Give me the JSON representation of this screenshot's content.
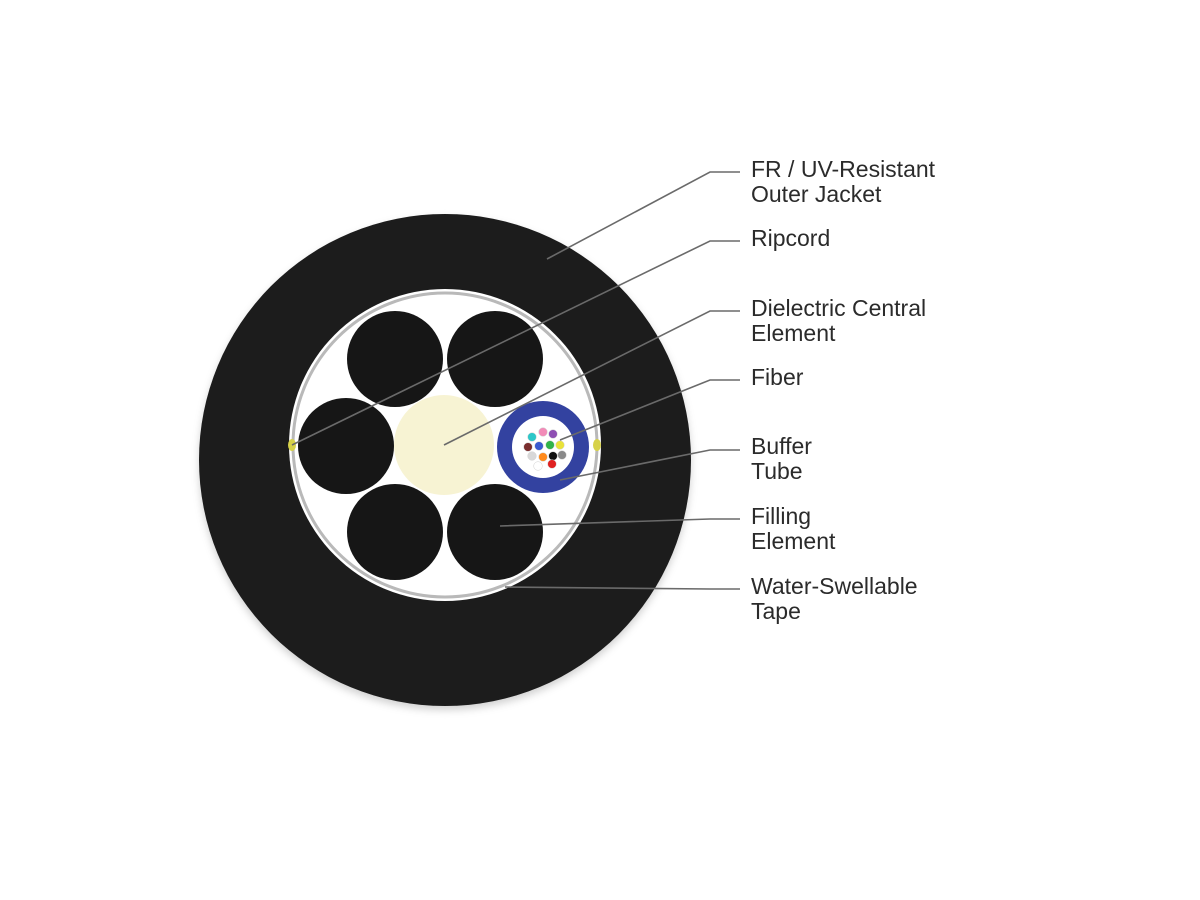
{
  "diagram": {
    "colors": {
      "jacket": "#1b1b1b",
      "core_background": "#ffffff",
      "tape": "#b9b9b9",
      "filling_element": "#161616",
      "central_element": "#f7f3d3",
      "buffer_tube": "#3342a0",
      "ripcord": "#d7d24a",
      "leader_line": "#6a6a6a",
      "label_text": "#2b2b2b"
    },
    "fiber_colors": [
      "#2ec7c9",
      "#f28bb8",
      "#8e4fb3",
      "#7a2e2e",
      "#3a5bd0",
      "#31b34a",
      "#e9e23a",
      "#d8d8d8",
      "#ff8a1c",
      "#111111",
      "#8a8a8a",
      "#ffffff",
      "#e02121"
    ],
    "callouts": [
      {
        "line1": "FR / UV-Resistant",
        "line2": "Outer Jacket"
      },
      {
        "line1": "Ripcord",
        "line2": ""
      },
      {
        "line1": "Dielectric Central",
        "line2": "Element"
      },
      {
        "line1": "Fiber",
        "line2": ""
      },
      {
        "line1": "Buffer",
        "line2": "Tube"
      },
      {
        "line1": "Filling",
        "line2": "Element"
      },
      {
        "line1": "Water-Swellable",
        "line2": "Tape"
      }
    ]
  }
}
